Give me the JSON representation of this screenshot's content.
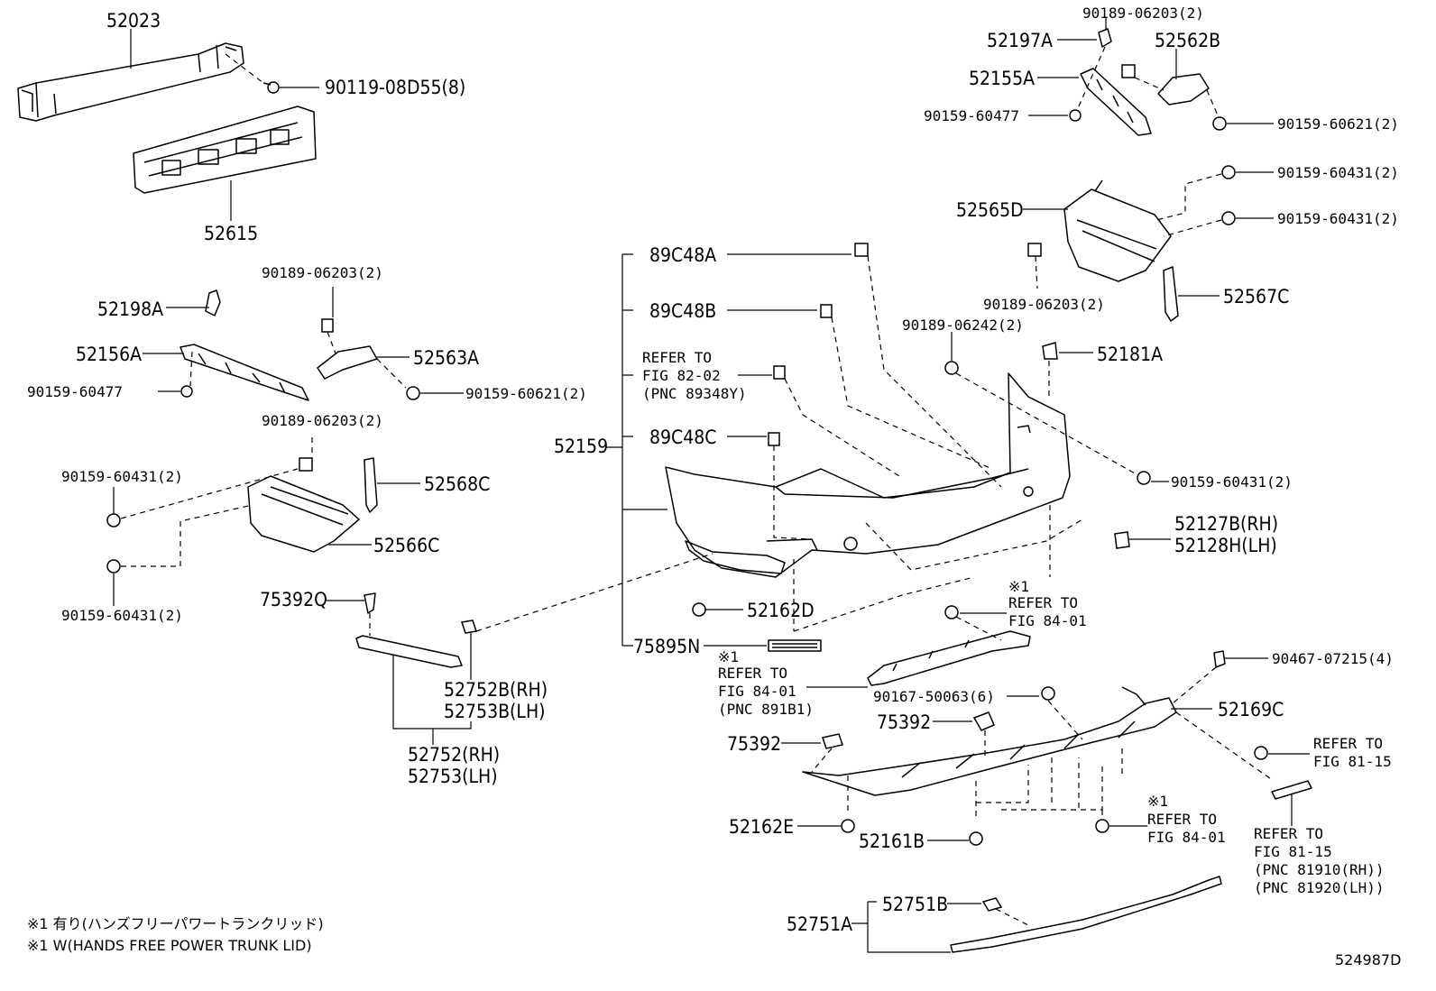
{
  "labels": {
    "p52023": "52023",
    "p90119": "90119-08D55(8)",
    "p52615": "52615",
    "p52198A": "52198A",
    "p52156A": "52156A",
    "p90159_60477_l": "90159-60477",
    "p90189_l1": "90189-06203(2)",
    "p52563A": "52563A",
    "p90159_60621_l": "90159-60621(2)",
    "p90189_l2": "90189-06203(2)",
    "p90159_60431_l1": "90159-60431(2)",
    "p52568C": "52568C",
    "p52566C": "52566C",
    "p90159_60431_l2": "90159-60431(2)",
    "p75392Q": "75392Q",
    "p52752B": "52752B(RH)",
    "p52753B": "52753B(LH)",
    "p52752": "52752(RH)",
    "p52753": "52753(LH)",
    "p89C48A": "89C48A",
    "p89C48B": "89C48B",
    "refer8202_1": "REFER TO",
    "refer8202_2": "FIG 82-02",
    "refer8202_3": "(PNC 89348Y)",
    "p52159": "52159",
    "p89C48C": "89C48C",
    "p52162D": "52162D",
    "p75895N": "75895N",
    "ref891_0": "※1",
    "ref891_1": "REFER TO",
    "ref891_2": "FIG 84-01",
    "ref891_3": "(PNC 891B1)",
    "p90189_t1": "90189-06203(2)",
    "p52197A": "52197A",
    "p52562B": "52562B",
    "p52155A": "52155A",
    "p90159_60477_r": "90159-60477",
    "p90159_60621_r": "90159-60621(2)",
    "p90159_60431_r1": "90159-60431(2)",
    "p52565D": "52565D",
    "p90159_60431_r2": "90159-60431(2)",
    "p90189_r2": "90189-06203(2)",
    "p52567C": "52567C",
    "p90189_06242": "90189-06242(2)",
    "p52181A": "52181A",
    "p90159_60431_r3": "90159-60431(2)",
    "p52127B": "52127B(RH)",
    "p52128H": "52128H(LH)",
    "ref8401a_0": "※1",
    "ref8401a_1": "REFER TO",
    "ref8401a_2": "FIG 84-01",
    "p90467": "90467-07215(4)",
    "p90167": "90167-50063(6)",
    "p52169C": "52169C",
    "p75392a": "75392",
    "p75392b": "75392",
    "ref8115a_1": "REFER TO",
    "ref8115a_2": "FIG 81-15",
    "p52162E": "52162E",
    "p52161B": "52161B",
    "ref8401b_0": "※1",
    "ref8401b_1": "REFER TO",
    "ref8401b_2": "FIG 84-01",
    "ref8115b_1": "REFER TO",
    "ref8115b_2": "FIG 81-15",
    "ref8115b_3": "(PNC 81910(RH))",
    "ref8115b_4": "(PNC 81920(LH))",
    "p52751B": "52751B",
    "p52751A": "52751A",
    "footnote1": "※1 有り(ハンズフリーパワートランクリッド)",
    "footnote2": "※1 W(HANDS FREE POWER TRUNK LID)",
    "diagram_id": "524987D"
  }
}
